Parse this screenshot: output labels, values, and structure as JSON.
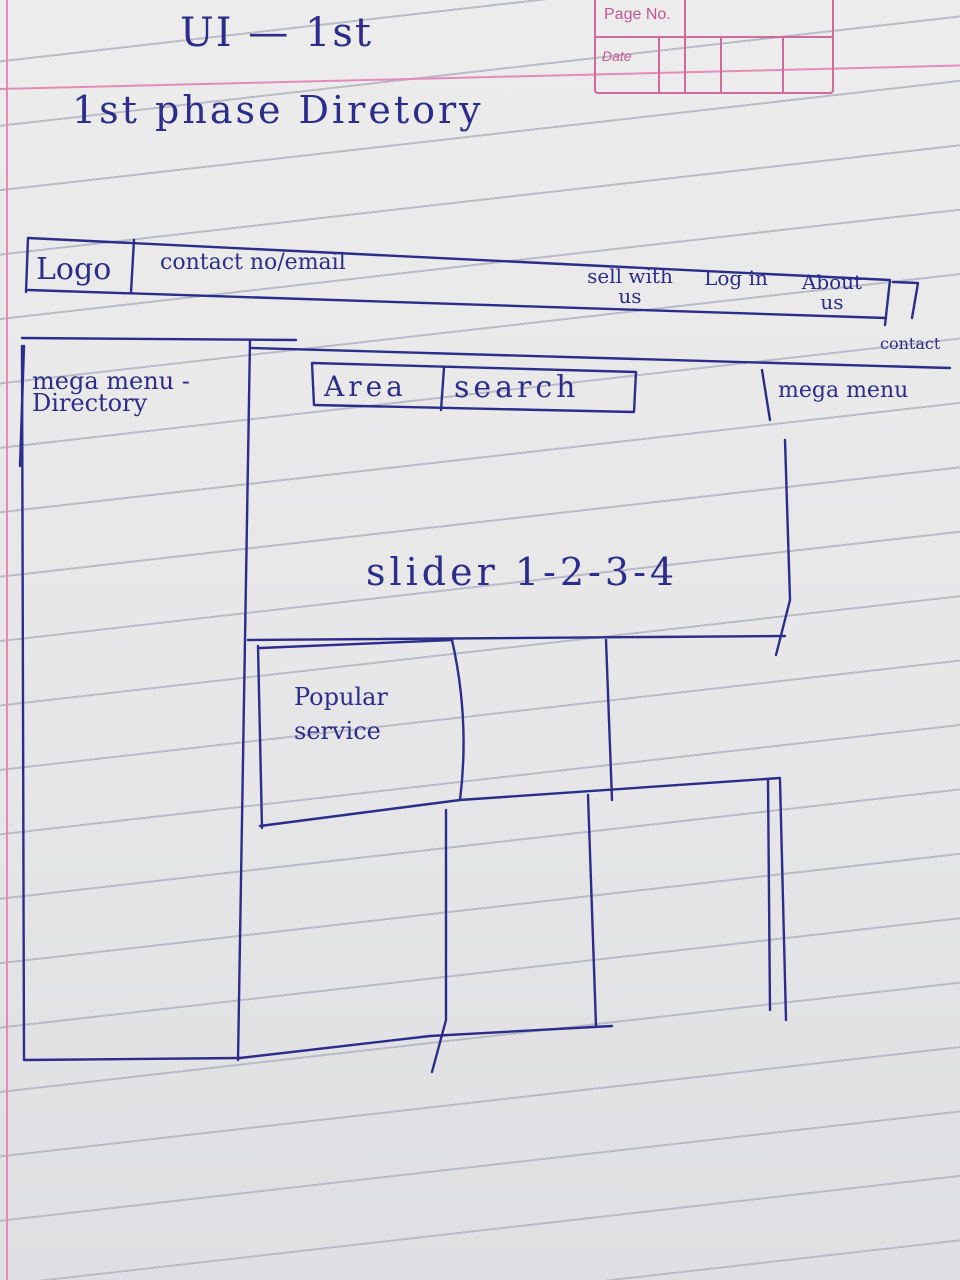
{
  "header": {
    "title": "UI — 1st",
    "subtitle": "1st phase Diretory",
    "page_no_label": "Page No.",
    "date_label": "Date"
  },
  "topbar": {
    "logo": "Logo",
    "contact": "contact no/email",
    "nav": [
      {
        "label": "sell with us"
      },
      {
        "label": "Log in"
      },
      {
        "label": "About us"
      },
      {
        "label": "contact"
      }
    ]
  },
  "sidebar_left": {
    "label": "mega menu - Directory"
  },
  "search": {
    "area": "Area",
    "search": "search"
  },
  "sidebar_right": {
    "label": "mega menu"
  },
  "slider": {
    "label": "slider 1-2-3-4"
  },
  "grid": {
    "popular": "Popular service"
  },
  "colors": {
    "ink": "#2c2c8c",
    "margin": "#e58bb8",
    "paper": "#e9e9ea"
  }
}
